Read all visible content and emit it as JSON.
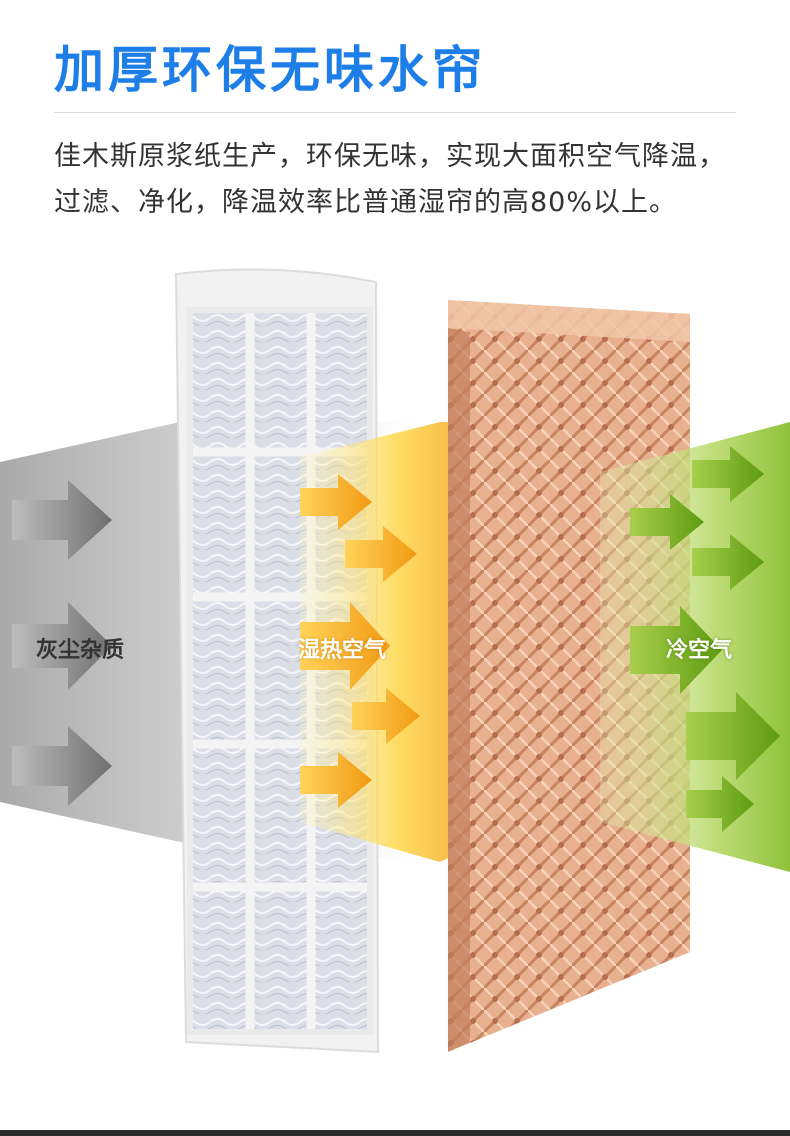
{
  "header": {
    "title": "加厚环保无味水帘",
    "description_line1": "佳木斯原浆纸生产，环保无味，实现大面积空气降温，",
    "description_line2": "过滤、净化，降温效率比普通湿帘的高80%以上。"
  },
  "flow_labels": {
    "dust": "灰尘杂质",
    "hot_air": "湿热空气",
    "cold_air": "冷空气"
  },
  "colors": {
    "title_blue": "#1e7ee8",
    "gray_arrow": "#8a8a8a",
    "orange_arrow": "#f5a623",
    "green_arrow": "#6aa516",
    "cooling_pad": "#e2a887",
    "filter_frame": "#eeeeee"
  },
  "icons": {
    "dust_arrows": "arrow-right-icon",
    "hot_air_arrows": "arrow-right-icon",
    "cold_air_arrows": "arrow-right-icon"
  }
}
